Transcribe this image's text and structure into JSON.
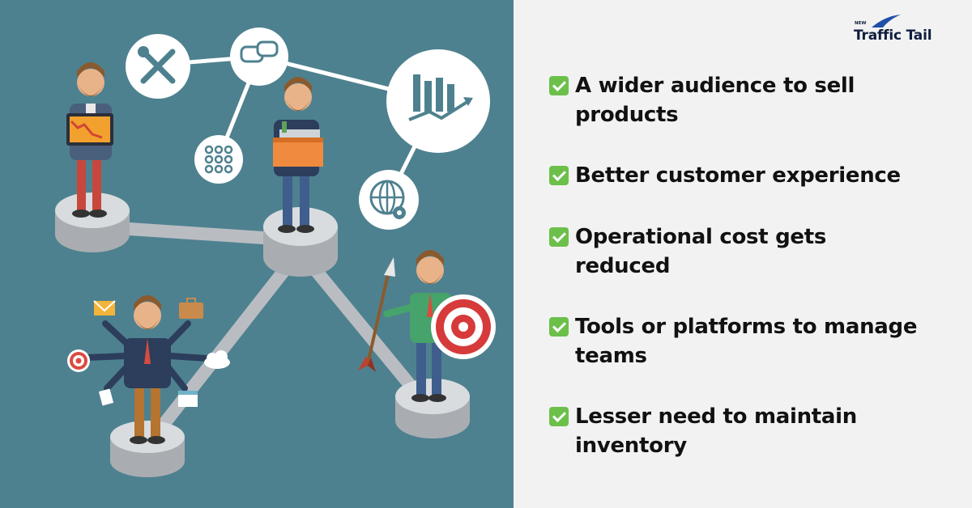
{
  "brand": {
    "badge": "NEW",
    "name": "Traffic Tail"
  },
  "benefits": [
    {
      "text": "A wider audience to sell products"
    },
    {
      "text": "Better customer experience"
    },
    {
      "text": "Operational cost gets\n reduced"
    },
    {
      "text": "Tools or platforms to manage teams"
    },
    {
      "text": "Lesser need to maintain inventory"
    }
  ],
  "illustration": {
    "background": "#4e818f",
    "icons": [
      "tools-icon",
      "chat-icon",
      "network-icon",
      "growth-chart-icon",
      "globe-gear-icon",
      "target-icon",
      "arrow-icon",
      "mail-icon",
      "briefcase-icon",
      "cloud-icon",
      "calendar-icon",
      "document-icon"
    ]
  },
  "colors": {
    "check": "#6cc04a",
    "text": "#111111",
    "panel": "#f2f2f2",
    "brand": "#0f1e3d"
  }
}
